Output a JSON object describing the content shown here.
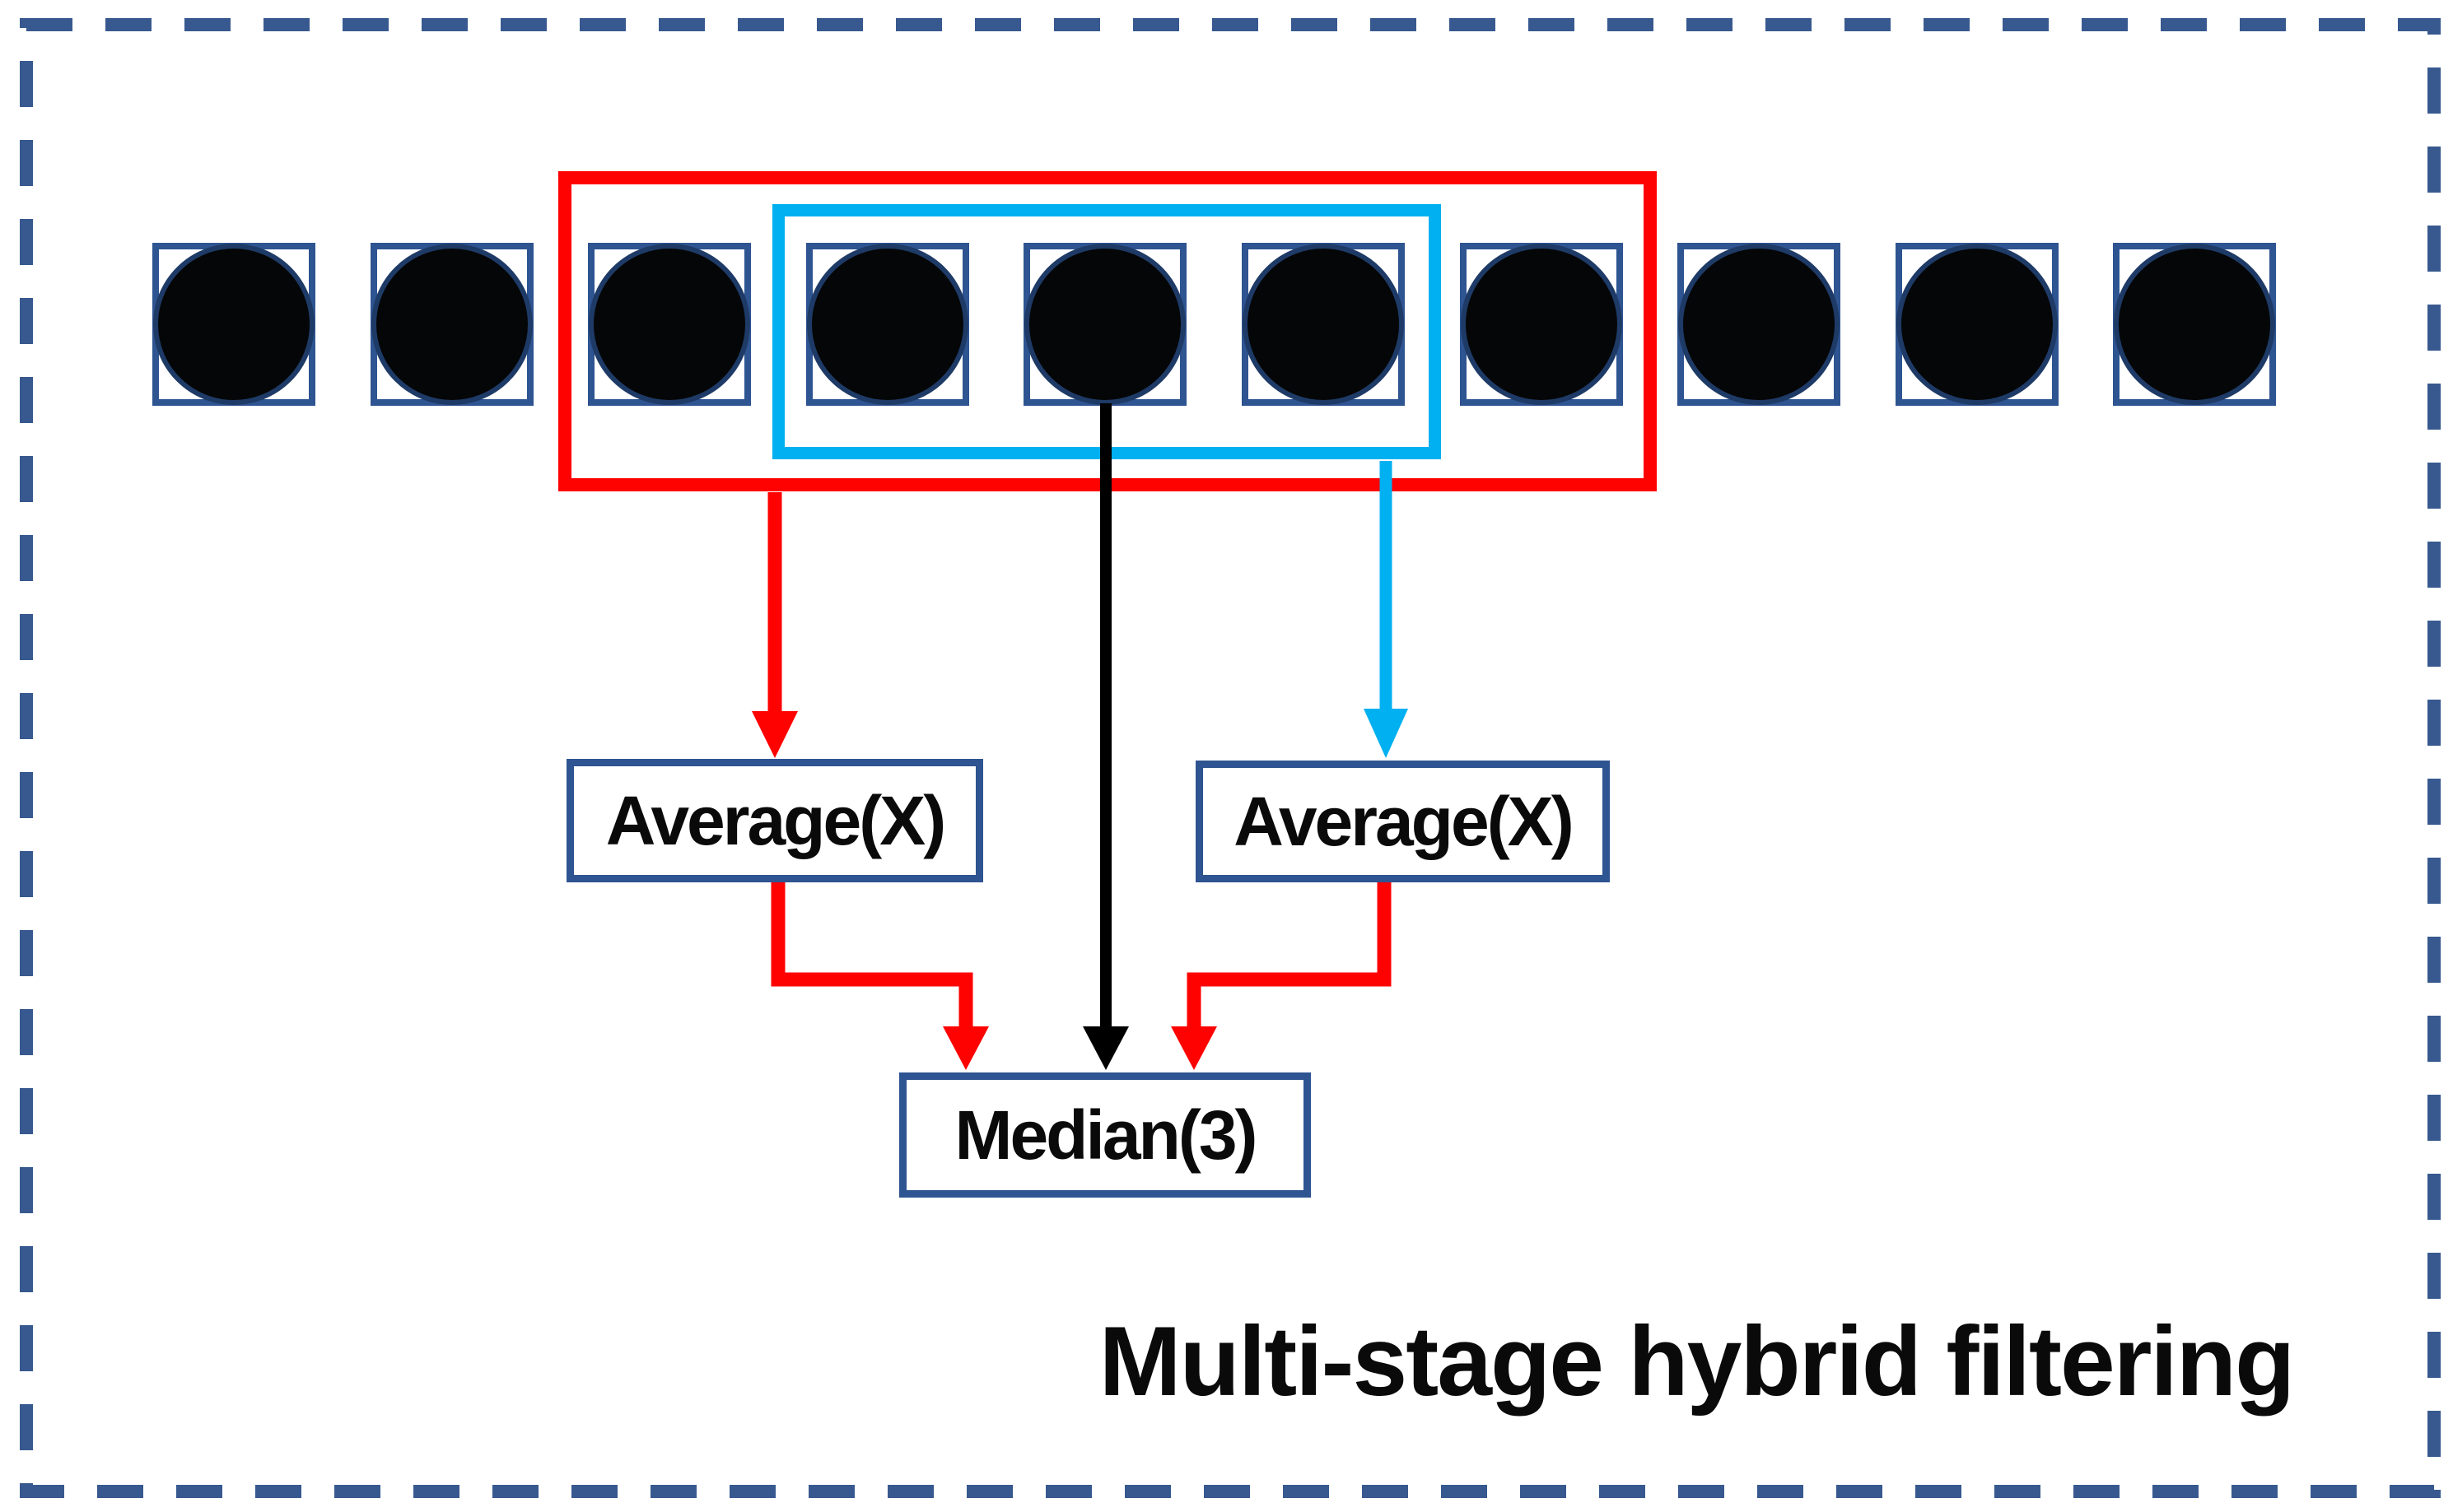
{
  "title": "Multi-stage hybrid filtering",
  "labels": {
    "average_left": "Average(X)",
    "average_right": "Average(X)",
    "median": "Median(3)"
  },
  "signal": {
    "sample_count": 10,
    "samples_in_red_window": 5,
    "samples_in_cyan_window": 3,
    "median_inputs": 3
  },
  "colors": {
    "navy": "#2E5491",
    "navyDark": "#1E3A66",
    "dashNavy": "#37598F",
    "red": "#FE0101",
    "cyan": "#00B0F0",
    "ink": "#0A0A0A",
    "paper": "#FFFFFF"
  }
}
